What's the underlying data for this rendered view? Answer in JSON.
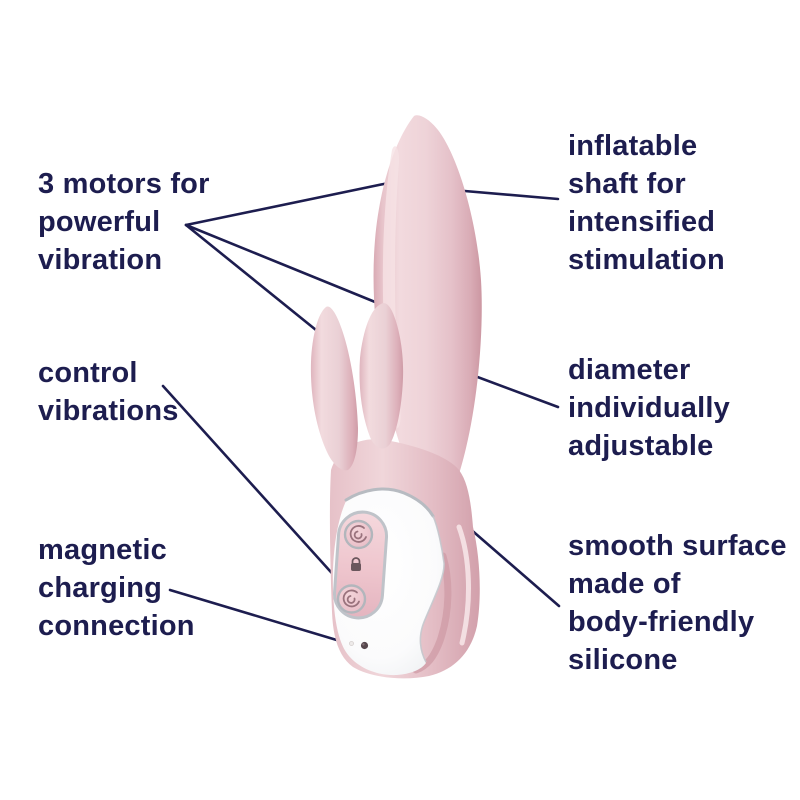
{
  "page": {
    "background": "#ffffff",
    "description": "Annotated product feature diagram of a pink rabbit-style vibrator with six callout labels"
  },
  "colors": {
    "annotation_navy": "#1d1d4f",
    "device_pink": "#ecc9d0",
    "device_pink_highlight": "#f5e0e3",
    "device_pink_shadow": "#d8a6b0",
    "handle_white": "#fbfbfc",
    "chrome": "#b7bbc1",
    "panel_pink": "#f0c9d1"
  },
  "callouts": {
    "motors": {
      "lines": [
        "3 motors for",
        "powerful",
        "vibration"
      ]
    },
    "control": {
      "lines": [
        "control",
        "vibrations"
      ]
    },
    "magnetic": {
      "lines": [
        "magnetic",
        "charging",
        "connection"
      ]
    },
    "inflatable": {
      "lines": [
        "inflatable",
        "shaft for",
        "intensified",
        "stimulation"
      ]
    },
    "diameter": {
      "lines": [
        "diameter",
        "individually",
        "adjustable"
      ]
    },
    "smooth": {
      "lines": [
        "smooth surface",
        "made of",
        "body-friendly",
        "silicone"
      ]
    }
  },
  "device": {
    "parts": {
      "main_shaft": "inflatable main shaft",
      "small_arm": "small stimulation arm",
      "middle_arm": "middle stimulation arm",
      "handle": "white grip handle with finger loop",
      "control_panel": "chrome-rimmed control panel",
      "button_top": "vibration control button",
      "button_bottom": "vibration control button",
      "lock_icon": "travel lock symbol",
      "charging_contact": "magnetic charging contact"
    }
  }
}
